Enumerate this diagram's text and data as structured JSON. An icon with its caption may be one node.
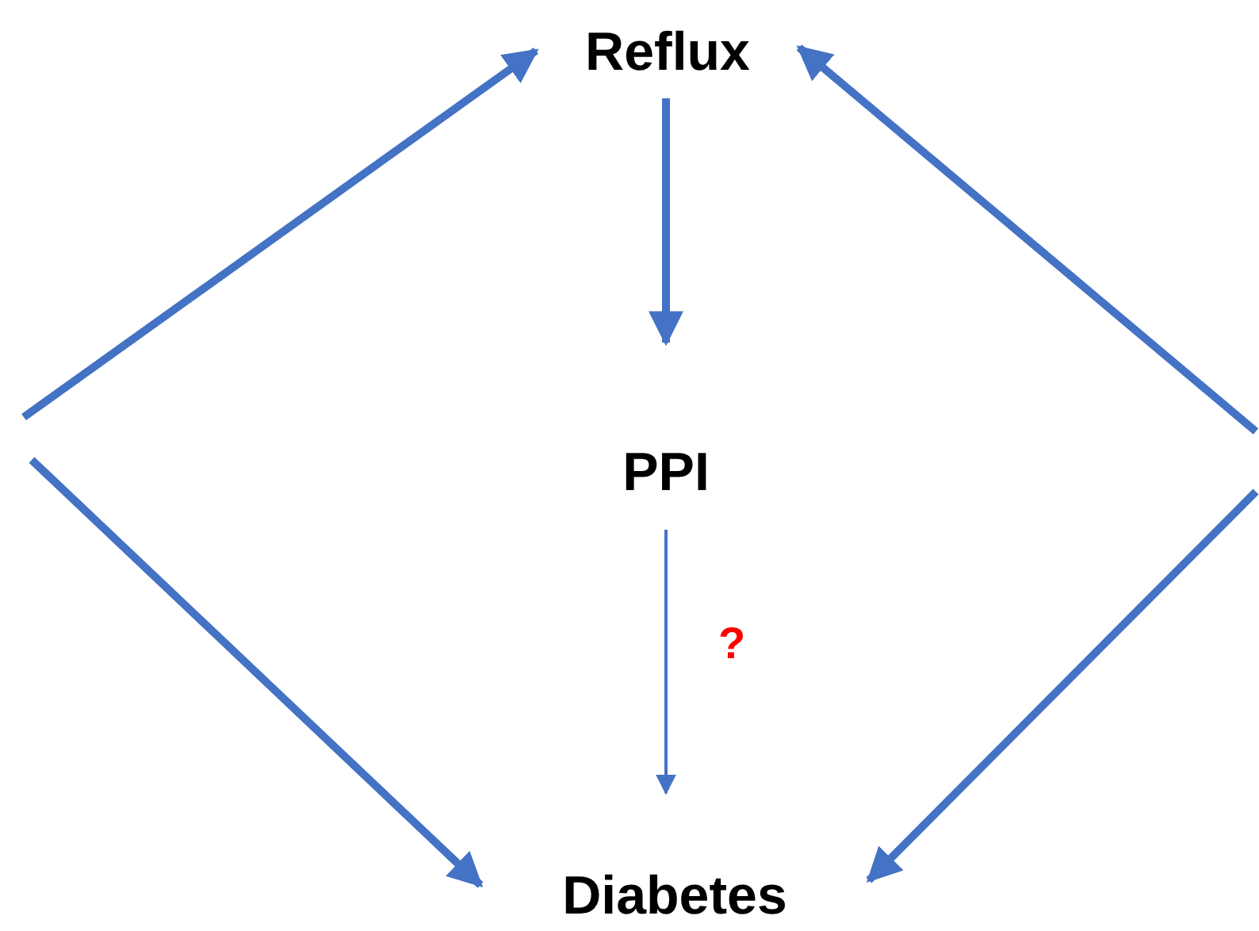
{
  "diagram": {
    "nodes": [
      {
        "text": [
          "Reflux"
        ]
      },
      {
        "text": [
          "PPI"
        ]
      },
      {
        "text": [
          "Diabetes"
        ]
      }
    ],
    "edges": [
      {
        "from": null,
        "to": 0,
        "arrow": "to"
      },
      {
        "from": null,
        "to": 2,
        "arrow": "to"
      },
      {
        "from": null,
        "to": 0,
        "arrow": "to"
      },
      {
        "from": null,
        "to": 2,
        "arrow": "to"
      },
      {
        "from": 0,
        "to": 1,
        "arrow": "to"
      },
      {
        "from": 1,
        "to": 2,
        "arrow": "to",
        "label": "?"
      }
    ]
  }
}
